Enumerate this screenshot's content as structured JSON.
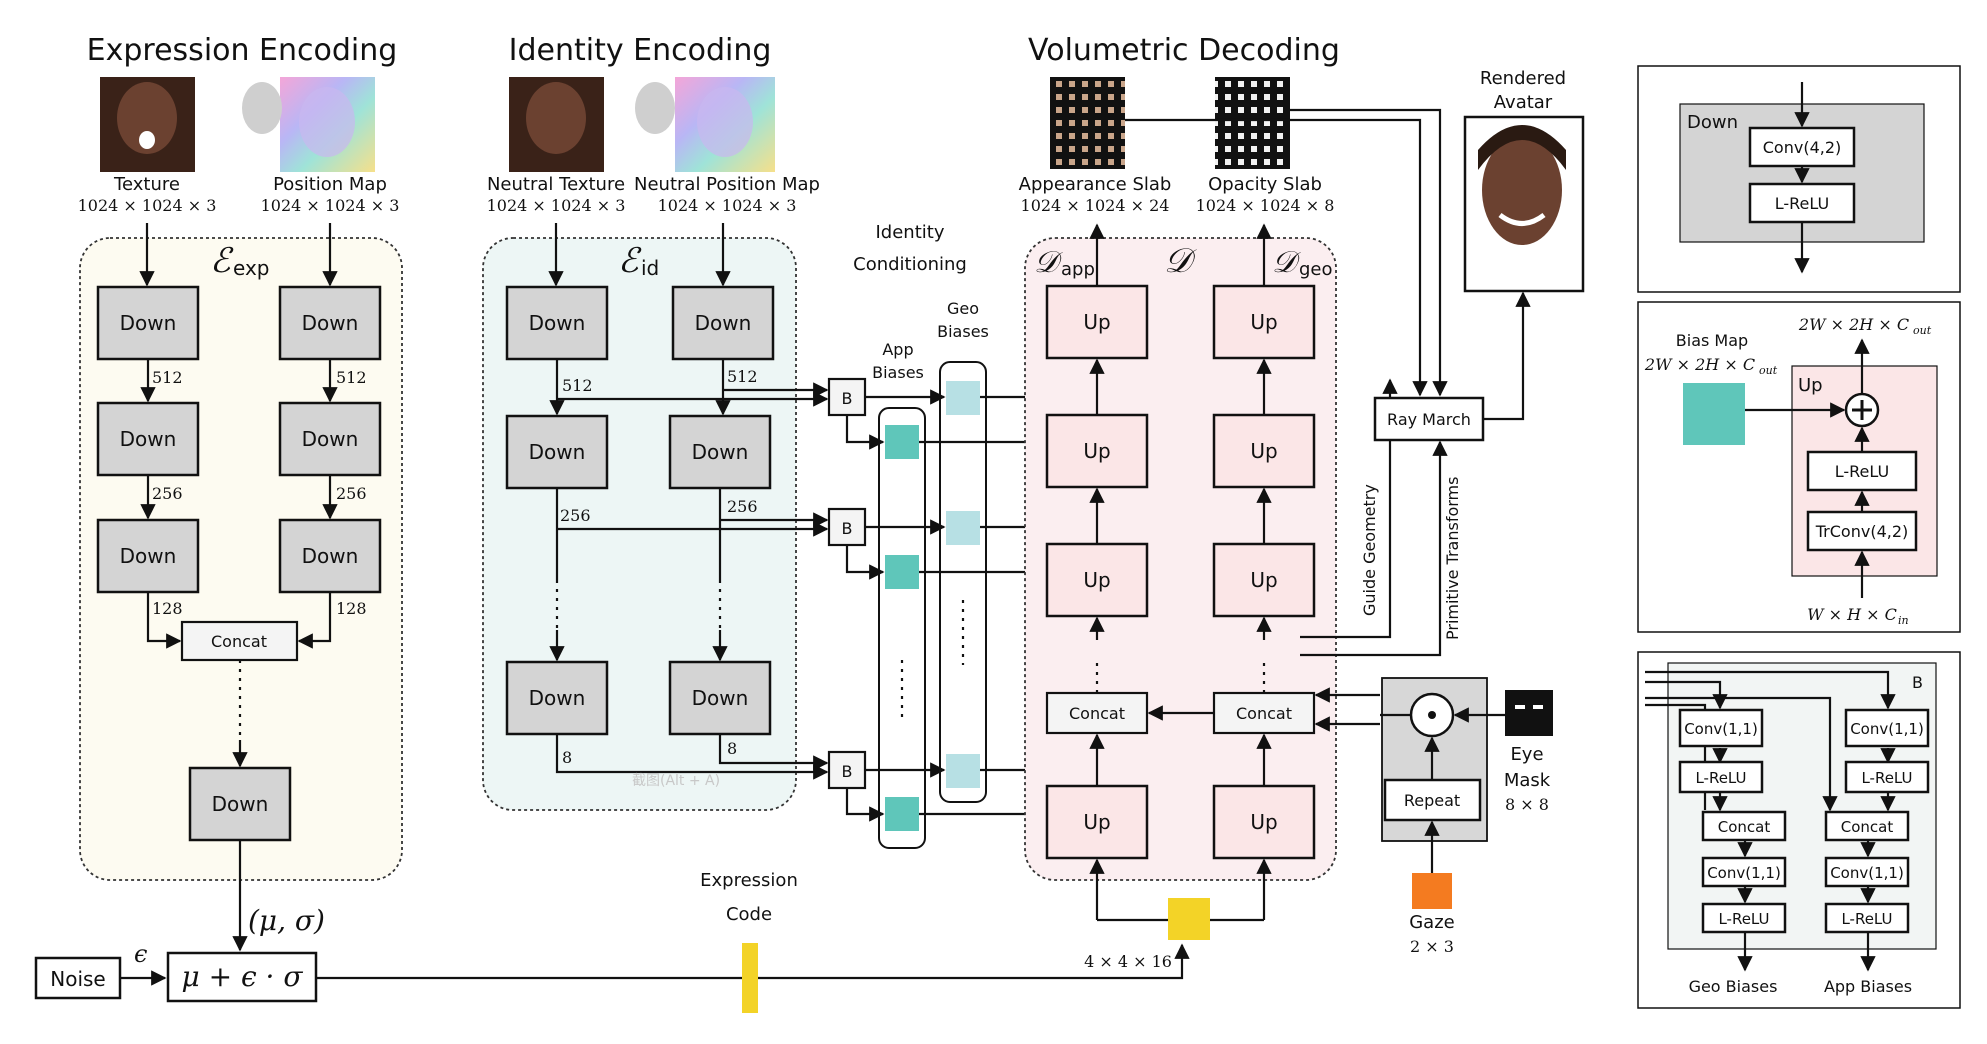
{
  "headers": {
    "expression_encoding": "Expression Encoding",
    "identity_encoding": "Identity Encoding",
    "volumetric_decoding": "Volumetric Decoding"
  },
  "inputs": {
    "texture": {
      "label": "Texture",
      "dims": "1024 × 1024 × 3"
    },
    "position_map": {
      "label": "Position Map",
      "dims": "1024 × 1024 × 3"
    },
    "neutral_texture": {
      "label": "Neutral Texture",
      "dims": "1024 × 1024 × 3"
    },
    "neutral_position_map": {
      "label": "Neutral Position Map",
      "dims": "1024 × 1024 × 3"
    }
  },
  "outputs": {
    "appearance_slab": {
      "label": "Appearance Slab",
      "dims": "1024 × 1024 × 24"
    },
    "opacity_slab": {
      "label": "Opacity Slab",
      "dims": "1024 × 1024 × 8"
    },
    "rendered_avatar": {
      "line1": "Rendered",
      "line2": "Avatar"
    }
  },
  "encoders": {
    "exp_symbol": "ℰ",
    "exp_sub": "exp",
    "id_symbol": "ℰ",
    "id_sub": "id"
  },
  "decoder": {
    "symbol": "𝒟",
    "app_sub": "app",
    "geo_sub": "geo"
  },
  "blocks": {
    "down": "Down",
    "up": "Up",
    "concat": "Concat",
    "b": "B",
    "ray_march": "Ray March",
    "repeat": "Repeat",
    "noise": "Noise"
  },
  "channels": {
    "c512": "512",
    "c256": "256",
    "c128": "128",
    "c8": "8"
  },
  "identity_conditioning": {
    "line1": "Identity",
    "line2": "Conditioning"
  },
  "app_biases": {
    "line1": "App",
    "line2": "Biases"
  },
  "geo_biases": {
    "line1": "Geo",
    "line2": "Biases"
  },
  "expression_code": {
    "line1": "Expression",
    "line2": "Code",
    "dims": "4 × 4 × 16"
  },
  "math": {
    "mu_sigma": "(μ, σ)",
    "epsilon": "ϵ",
    "reparam": "μ + ϵ · σ"
  },
  "guide_geometry": "Guide Geometry",
  "primitive_transforms": "Primitive Transforms",
  "eye_mask": {
    "line1": "Eye",
    "line2": "Mask",
    "dims": "8 × 8"
  },
  "gaze": {
    "label": "Gaze",
    "dims": "2 × 3"
  },
  "watermark": "截图(Alt + A)",
  "panel_down": {
    "title": "Down",
    "conv": "Conv(4,2)",
    "act": "L-ReLU"
  },
  "panel_up": {
    "bias_map": "Bias Map",
    "bias_dims": "2W × 2H × C",
    "bias_dims_sub": "out",
    "out_dims": "2W × 2H × C",
    "out_dims_sub": "out",
    "title": "Up",
    "act": "L-ReLU",
    "trconv": "TrConv(4,2)",
    "in_dims": "W × H × C",
    "in_dims_sub": "in"
  },
  "panel_b": {
    "title": "B",
    "conv": "Conv(1,1)",
    "act": "L-ReLU",
    "concat": "Concat",
    "geo_biases": "Geo Biases",
    "app_biases": "App Biases"
  },
  "colors": {
    "exp_bg": "#fdfbf1",
    "id_bg": "#edf6f5",
    "dec_bg": "#fbeef0",
    "app_bias": "#5fc6ba",
    "geo_bias": "#b7e0e4",
    "code_yellow": "#f3d327",
    "gaze_orange": "#f47b20",
    "panel_gray": "#d4d4d4",
    "up_pink": "#fbe6e7"
  }
}
